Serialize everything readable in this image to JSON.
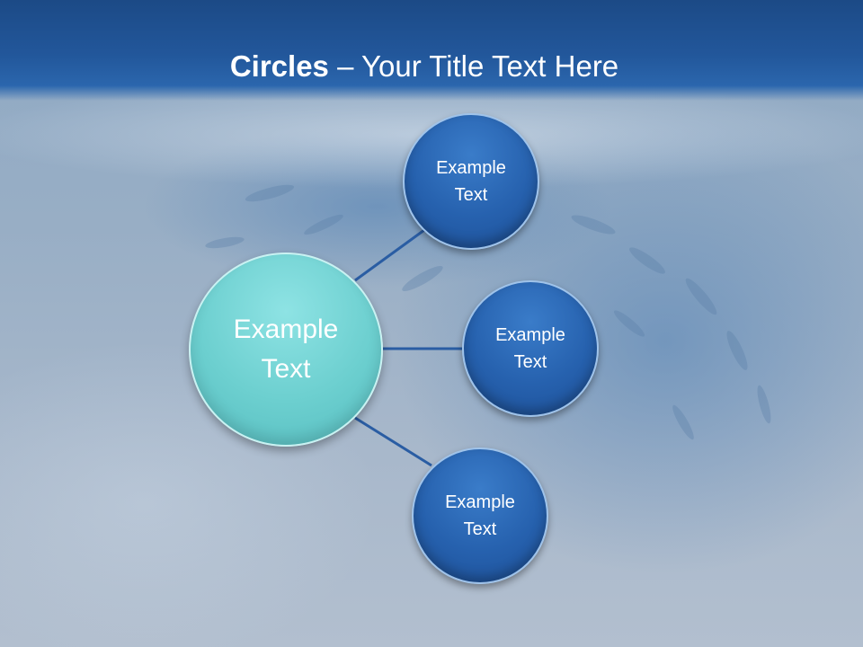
{
  "slide": {
    "title_bold": "Circles",
    "title_rest": " – Your Title Text Here"
  },
  "diagram": {
    "center": {
      "label": "Example Text",
      "color": "#6ccfcf"
    },
    "nodes": [
      {
        "label": "Example Text",
        "color": "#2661ae"
      },
      {
        "label": "Example Text",
        "color": "#2661ae"
      },
      {
        "label": "Example Text",
        "color": "#2661ae"
      }
    ],
    "connector_color": "#2a5da3"
  }
}
